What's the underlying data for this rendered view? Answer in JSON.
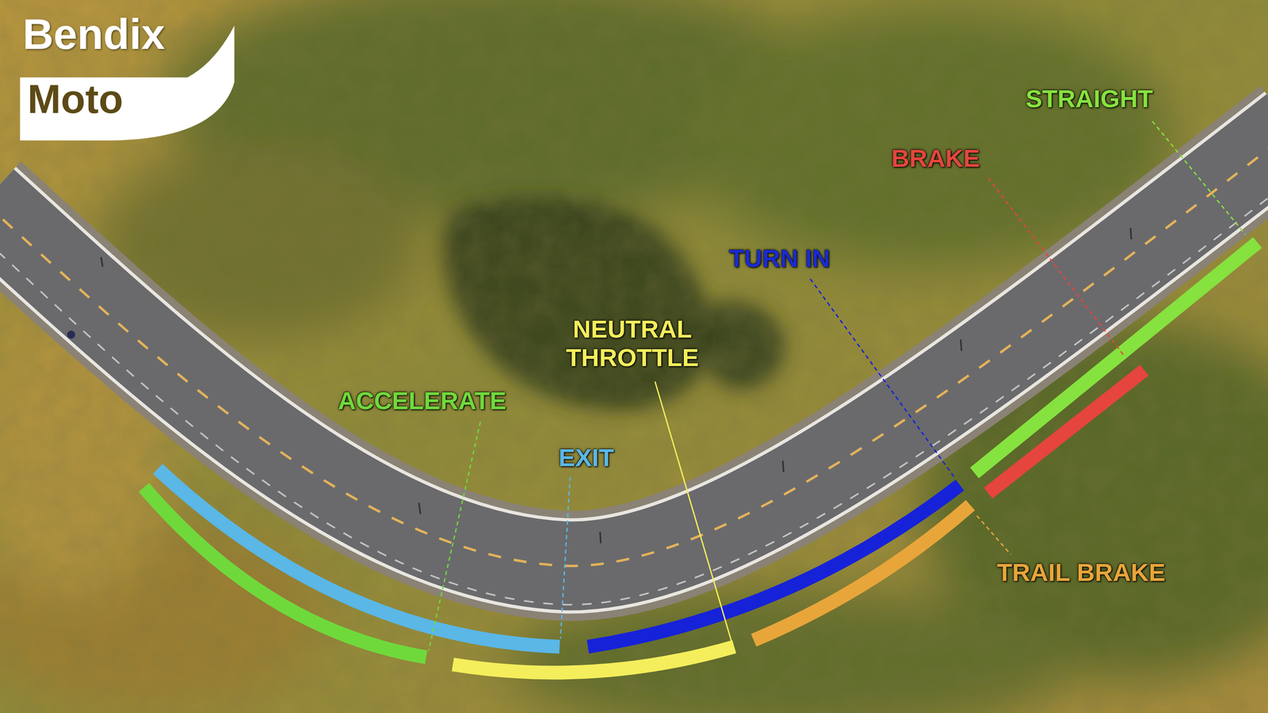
{
  "diagram": {
    "nodes": [
      {
        "text": [
          "Bendix",
          "Moto"
        ]
      }
    ],
    "labels": [
      "STRAIGHT",
      "BRAKE",
      "TURN IN",
      "NEUTRAL THROTTLE",
      "ACCELERATE",
      "EXIT",
      "TRAIL BRAKE"
    ]
  }
}
